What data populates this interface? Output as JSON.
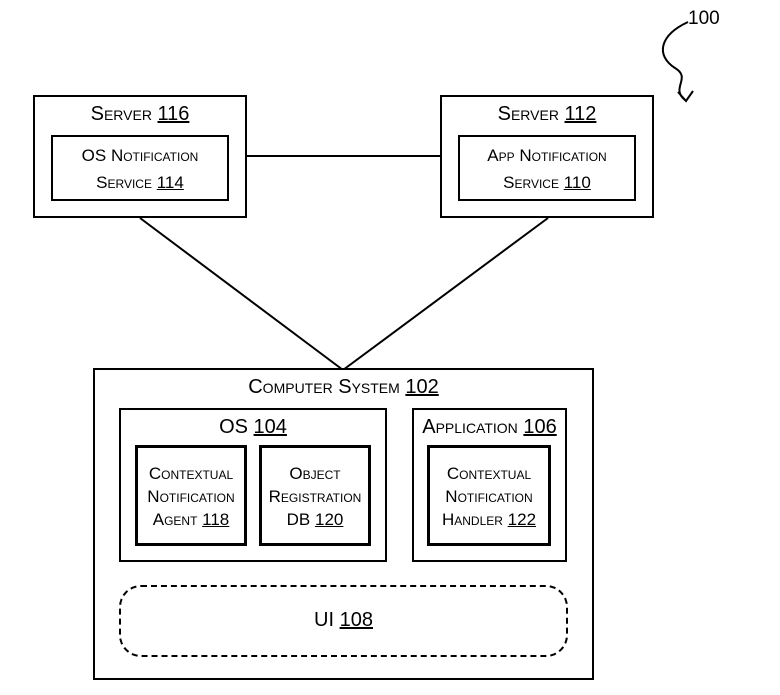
{
  "figure": {
    "ref": "100"
  },
  "server116": {
    "title": "Server",
    "number": "116",
    "service": {
      "line1": "OS Notification",
      "line2": "Service",
      "number": "114"
    }
  },
  "server112": {
    "title": "Server",
    "number": "112",
    "service": {
      "line1": "App Notification",
      "line2": "Service",
      "number": "110"
    }
  },
  "computer": {
    "title": "Computer System",
    "number": "102",
    "os": {
      "title": "OS",
      "number": "104",
      "agent": {
        "line1": "Contextual",
        "line2": "Notification",
        "line3": "Agent",
        "number": "118"
      },
      "db": {
        "line1": "Object",
        "line2": "Registration",
        "line3": "DB",
        "number": "120"
      }
    },
    "app": {
      "title": "Application",
      "number": "106",
      "handler": {
        "line1": "Contextual",
        "line2": "Notification",
        "line3": "Handler",
        "number": "122"
      }
    },
    "ui": {
      "title": "UI",
      "number": "108"
    }
  }
}
